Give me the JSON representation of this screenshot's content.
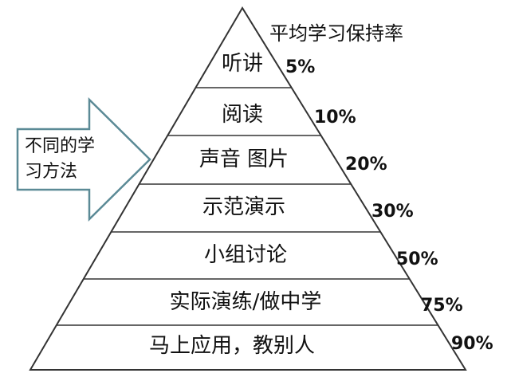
{
  "diagram": {
    "title": "平均学习保持率",
    "arrow_lines": [
      "不同的学",
      "习方法"
    ],
    "colors": {
      "outline": "#333333",
      "arrow_stroke": "#5b8a96",
      "arrow_fill": "#ffffff",
      "text": "#111111"
    },
    "levels": [
      {
        "label": "听讲",
        "retention": "5%"
      },
      {
        "label": "阅读",
        "retention": "10%"
      },
      {
        "label": "声音 图片",
        "retention": "20%"
      },
      {
        "label": "示范演示",
        "retention": "30%"
      },
      {
        "label": "小组讨论",
        "retention": "50%"
      },
      {
        "label": "实际演练/做中学",
        "retention": "75%"
      },
      {
        "label": "马上应用，教别人",
        "retention": "90%"
      }
    ]
  }
}
